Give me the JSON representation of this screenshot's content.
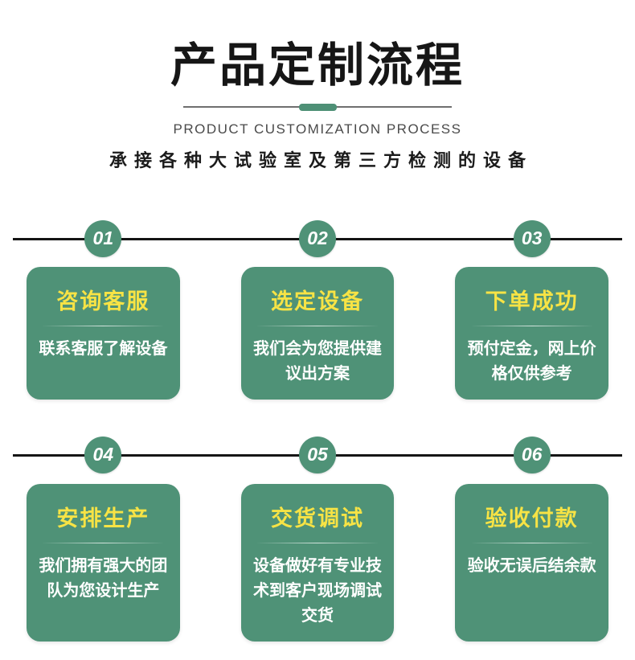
{
  "header": {
    "title": "产品定制流程",
    "subtitle_en": "PRODUCT CUSTOMIZATION PROCESS",
    "subtitle_cn": "承接各种大试验室及第三方检测的设备"
  },
  "colors": {
    "card_green": "#4f9277",
    "badge_green": "#4f9277",
    "title_yellow": "#f7e345",
    "connector_black": "#151515",
    "divider_gray": "#6f6f6f",
    "divider_pill_green": "#4e9076"
  },
  "steps": [
    {
      "number": "01",
      "title": "咨询客服",
      "description": "联系客服了解设备"
    },
    {
      "number": "02",
      "title": "选定设备",
      "description": "我们会为您提供建议出方案"
    },
    {
      "number": "03",
      "title": "下单成功",
      "description": "预付定金，网上价格仅供参考"
    },
    {
      "number": "04",
      "title": "安排生产",
      "description": "我们拥有强大的团队为您设计生产"
    },
    {
      "number": "05",
      "title": "交货调试",
      "description": "设备做好有专业技术到客户现场调试交货"
    },
    {
      "number": "06",
      "title": "验收付款",
      "description": "验收无误后结余款"
    }
  ]
}
